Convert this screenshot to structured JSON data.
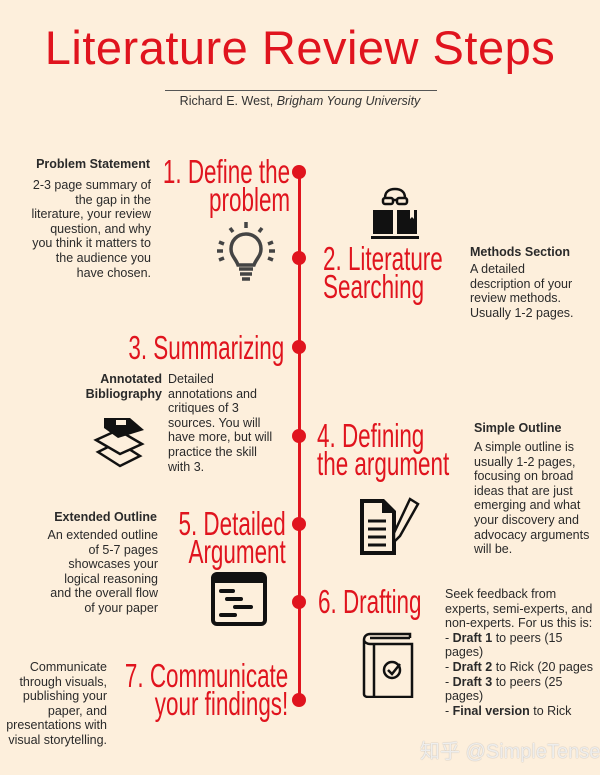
{
  "title": "Literature Review Steps",
  "author": {
    "name": "Richard E. West,",
    "affiliation": "Brigham Young University"
  },
  "colors": {
    "accent": "#e0141e",
    "background": "#fdefdc",
    "text": "#2a2a2a"
  },
  "steps": [
    {
      "label_lines": [
        "1. Define the",
        "problem"
      ],
      "side_heading": "Problem Statement",
      "description": "2-3 page summary of the gap in the literature, your review question, and why you think it matters to the audience you have chosen.",
      "icon": "lightbulb-icon"
    },
    {
      "label_lines": [
        "2. Literature",
        "Searching"
      ],
      "side_heading": "Methods Section",
      "description": "A detailed description of your review methods. Usually 1-2 pages.",
      "icon": "reading-glasses-book-icon"
    },
    {
      "label_lines": [
        "3. Summarizing"
      ],
      "side_heading": "Annotated Bibliography",
      "side_heading_lines": [
        "Annotated",
        "Bibliography"
      ],
      "description": "Detailed annotations and critiques of 3 sources. You will have more, but will practice the skill with 3.",
      "icon": "books-stack-icon"
    },
    {
      "label_lines": [
        "4. Defining",
        "the argument"
      ],
      "side_heading": "Simple Outline",
      "description": "A simple outline is usually 1-2 pages, focusing on broad ideas that are just emerging and what your discovery and advocacy arguments will be.",
      "icon": "document-pen-icon"
    },
    {
      "label_lines": [
        "5. Detailed",
        "Argument"
      ],
      "side_heading": "Extended Outline",
      "description": "An extended outline of 5-7 pages showcases your logical reasoning and the overall flow of your paper",
      "icon": "outline-window-icon"
    },
    {
      "label_lines": [
        "6. Drafting"
      ],
      "description": "Seek feedback from experts, semi-experts, and non-experts. For us this is:",
      "drafts": [
        {
          "prefix": "- ",
          "bold": "Draft 1",
          "rest": " to peers (15 pages)"
        },
        {
          "prefix": "- ",
          "bold": "Draft 2",
          "rest": " to Rick (20 pages"
        },
        {
          "prefix": "- ",
          "bold": "Draft 3",
          "rest": " to peers (25 pages)"
        },
        {
          "prefix": "- ",
          "bold": "Final version",
          "rest": " to Rick"
        }
      ],
      "icon": "book-check-icon"
    },
    {
      "label_lines": [
        "7. Communicate",
        "your findings!"
      ],
      "description": "Communicate through visuals, publishing your paper, and presentations with visual storytelling."
    }
  ],
  "watermark": "知乎 @SimpleTense"
}
